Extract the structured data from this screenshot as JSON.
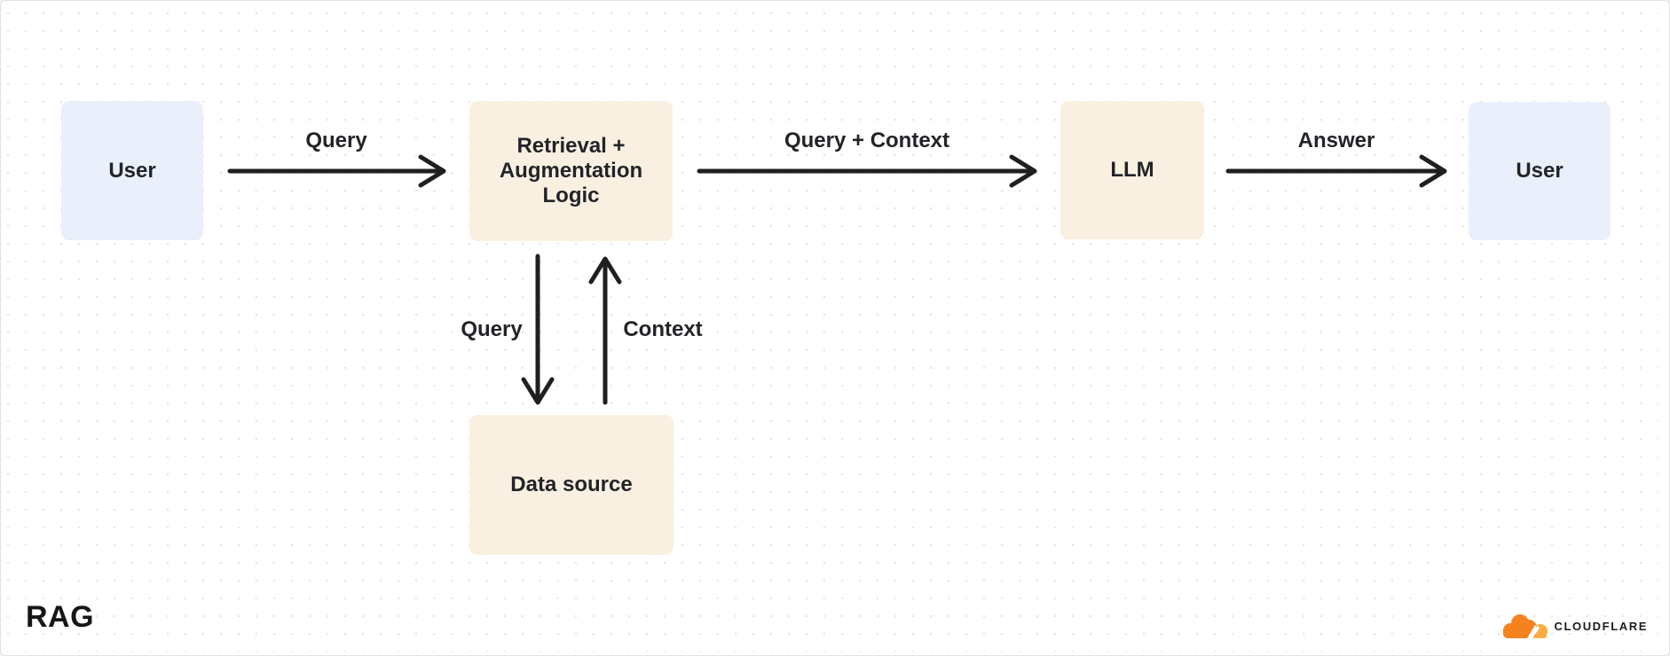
{
  "diagram": {
    "title": "RAG",
    "nodes": [
      {
        "id": "user-left",
        "label": "User",
        "fill": "#e9effb"
      },
      {
        "id": "retrieval",
        "label": "Retrieval + Augmentation Logic",
        "fill": "#faf0e1"
      },
      {
        "id": "llm",
        "label": "LLM",
        "fill": "#faf0e1"
      },
      {
        "id": "user-right",
        "label": "User",
        "fill": "#e9effb"
      },
      {
        "id": "data-source",
        "label": "Data source",
        "fill": "#faf0e1"
      }
    ],
    "edges": [
      {
        "id": "query-top",
        "label": "Query",
        "from": "user-left",
        "to": "retrieval",
        "direction": "right"
      },
      {
        "id": "query-context",
        "label": "Query + Context",
        "from": "retrieval",
        "to": "llm",
        "direction": "right"
      },
      {
        "id": "answer",
        "label": "Answer",
        "from": "llm",
        "to": "user-right",
        "direction": "right"
      },
      {
        "id": "query-down",
        "label": "Query",
        "from": "retrieval",
        "to": "data-source",
        "direction": "down"
      },
      {
        "id": "context-up",
        "label": "Context",
        "from": "data-source",
        "to": "retrieval",
        "direction": "up"
      }
    ],
    "colors": {
      "node_blue": "#e9effb",
      "node_cream": "#faf0e1",
      "arrow": "#1f1f1f",
      "text": "#222428",
      "dot_grid": "#e8e8e8"
    }
  },
  "branding": {
    "logo_text": "CLOUDFLARE",
    "icon": "cloudflare-cloud-icon",
    "orange": "#f6821f",
    "light_orange": "#fbad41"
  }
}
